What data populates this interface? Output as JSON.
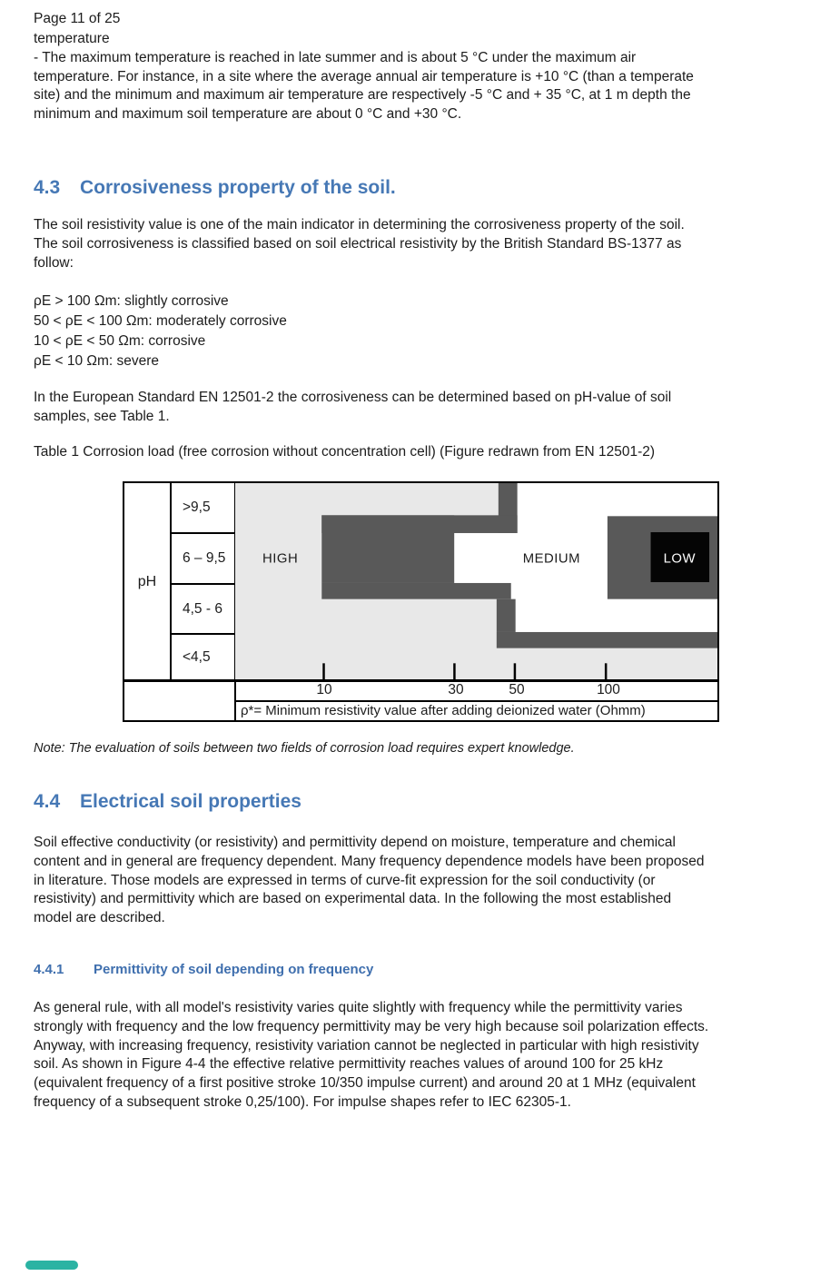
{
  "page": {
    "header": "Page 11 of 25",
    "indicator_color": "#2bb3a3"
  },
  "intro": {
    "lines": [
      "temperature",
      "- The maximum temperature is reached in late summer and is about 5 °C under the maximum air",
      "temperature. For instance, in a site where the average annual air temperature is +10 °C (than a temperate",
      "site) and the minimum and maximum air temperature are respectively -5 °C and + 35 °C, at 1 m depth the",
      "minimum and maximum soil temperature are about 0 °C and +30 °C."
    ]
  },
  "section_4_3": {
    "number": "4.3",
    "title": "Corrosiveness property of the soil.",
    "para1_lines": [
      "The soil resistivity value is one of the main indicator in determining the corrosiveness property of the soil.",
      "The soil corrosiveness is classified based on soil electrical resistivity by the British Standard BS-1377 as",
      "follow:"
    ],
    "resistivity_lines": [
      "ρE > 100 Ωm: slightly corrosive",
      "50 < ρE < 100 Ωm: moderately corrosive",
      "10 < ρE < 50 Ωm: corrosive",
      "ρE < 10 Ωm: severe"
    ],
    "para2_lines": [
      "In the European Standard EN 12501-2 the corrosiveness can be determined based on pH-value of soil",
      "samples, see Table 1."
    ],
    "table_caption": "Table 1 Corrosion load (free corrosion without concentration cell) (Figure redrawn from EN 12501-2)",
    "note": "Note: The evaluation of soils between two fields of corrosion load requires expert knowledge."
  },
  "figure": {
    "y_axis_label": "pH",
    "rows": [
      ">9,5",
      "6 – 9,5",
      "4,5 - 6",
      "<4,5"
    ],
    "zone_high": "HIGH",
    "zone_medium": "MEDIUM",
    "zone_low": "LOW",
    "ticks": [
      "10",
      "30",
      "50",
      "100"
    ],
    "caption": "ρ*= Minimum resistivity value after adding deionized water (Ohmm)"
  },
  "chart_data": {
    "type": "heatmap",
    "title": "Table 1 Corrosion load (free corrosion without concentration cell) (Figure redrawn from EN 12501-2)",
    "y_axis_label": "pH",
    "y_categories": [
      ">9,5",
      "6 – 9,5",
      "4,5 - 6",
      "<4,5"
    ],
    "x_axis_label": "ρ*= Minimum resistivity value after adding deionized water (Ohmm)",
    "x_ticks": [
      10,
      30,
      50,
      100
    ],
    "zones": [
      "HIGH",
      "MEDIUM",
      "LOW"
    ],
    "zone_layout": [
      {
        "ph": ">9,5",
        "high_up_to_ohm": 50,
        "medium_above_ohm": 50,
        "low": null
      },
      {
        "ph": "6 – 9,5",
        "high_up_to_ohm": 10,
        "medium_between_ohm": [
          10,
          100
        ],
        "low_above_ohm": 100
      },
      {
        "ph": "4,5 - 6",
        "high_up_to_ohm": 50,
        "medium_above_ohm": 50,
        "low": null
      },
      {
        "ph": "<4,5",
        "high": "all",
        "medium": null,
        "low": null
      }
    ],
    "colors": {
      "high_field": "#e8e8e8",
      "medium_field": "#ffffff",
      "low_field": "#050505",
      "boundary_band": "#595959"
    }
  },
  "section_4_4": {
    "number": "4.4",
    "title": "Electrical soil properties",
    "para_lines": [
      "Soil effective conductivity (or resistivity) and permittivity depend on moisture, temperature and chemical",
      "content and in general are frequency dependent. Many frequency dependence models have been proposed",
      "in literature. Those models are expressed in terms of curve-fit expression for the soil conductivity (or",
      "resistivity) and permittivity which are based on experimental data. In the following the most established",
      "model are described."
    ]
  },
  "section_4_4_1": {
    "number": "4.4.1",
    "title": "Permittivity of soil depending on frequency",
    "para_lines": [
      "As general rule, with all model's resistivity varies quite slightly with frequency while the permittivity varies",
      "strongly with frequency and the low frequency permittivity may be very high because soil polarization effects.",
      "Anyway, with increasing frequency, resistivity variation cannot be neglected in particular with high resistivity",
      "soil. As shown in Figure 4-4 the effective relative permittivity reaches values of around 100 for 25 kHz",
      "(equivalent frequency of a first positive stroke 10/350 impulse current) and around 20 at 1 MHz (equivalent",
      "frequency of a subsequent stroke 0,25/100). For impulse shapes refer to IEC 62305-1."
    ]
  }
}
